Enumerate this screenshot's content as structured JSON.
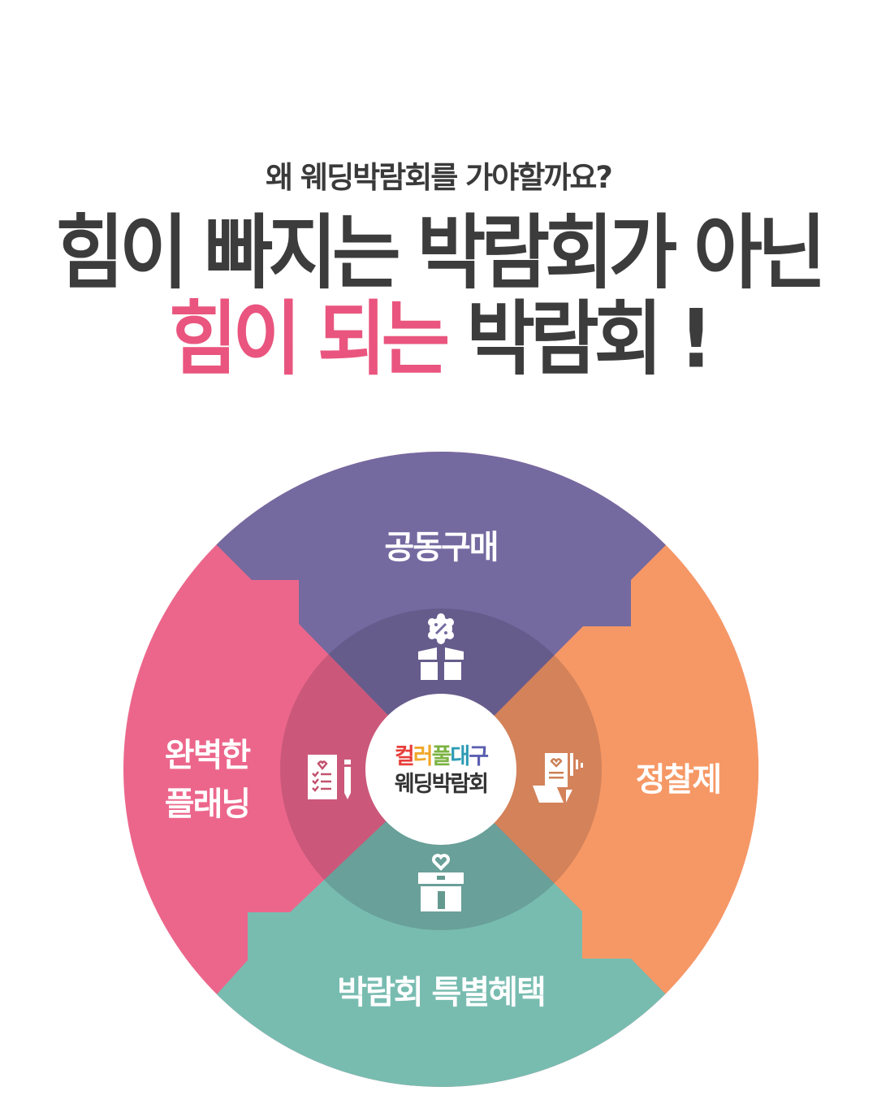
{
  "header": {
    "subtitle": "왜 웨딩박람회를 가야할까요?",
    "line1": "힘이 빠지는 박람회가 아닌",
    "line2_accent": "힘이 되는",
    "line2_rest": " 박람회 !"
  },
  "center_logo": {
    "top_chars": [
      "컬",
      "러",
      "풀",
      "대",
      "구"
    ],
    "top_colors": [
      "#e83e3a",
      "#f0a72a",
      "#7cb342",
      "#2e9bb5",
      "#5b5fb0"
    ],
    "bottom": "웨딩박람회"
  },
  "segments": [
    {
      "id": "top",
      "label": "공동구매",
      "color": "#746aa0",
      "icon": "gift-box-discount-icon"
    },
    {
      "id": "right",
      "label": "정찰제",
      "color": "#f69865",
      "icon": "price-document-icon"
    },
    {
      "id": "bottom",
      "label": "박람회 특별혜택",
      "color": "#78bcb0",
      "icon": "gift-heart-icon"
    },
    {
      "id": "left",
      "label_line1": "완벽한",
      "label_line2": "플래닝",
      "color": "#ec668b",
      "icon": "checklist-pencil-icon"
    }
  ],
  "colors": {
    "text_dark": "#3c3c3c",
    "accent_pink": "#e9557e",
    "inner_ring_overlay": "rgba(30,20,40,0.16)"
  }
}
